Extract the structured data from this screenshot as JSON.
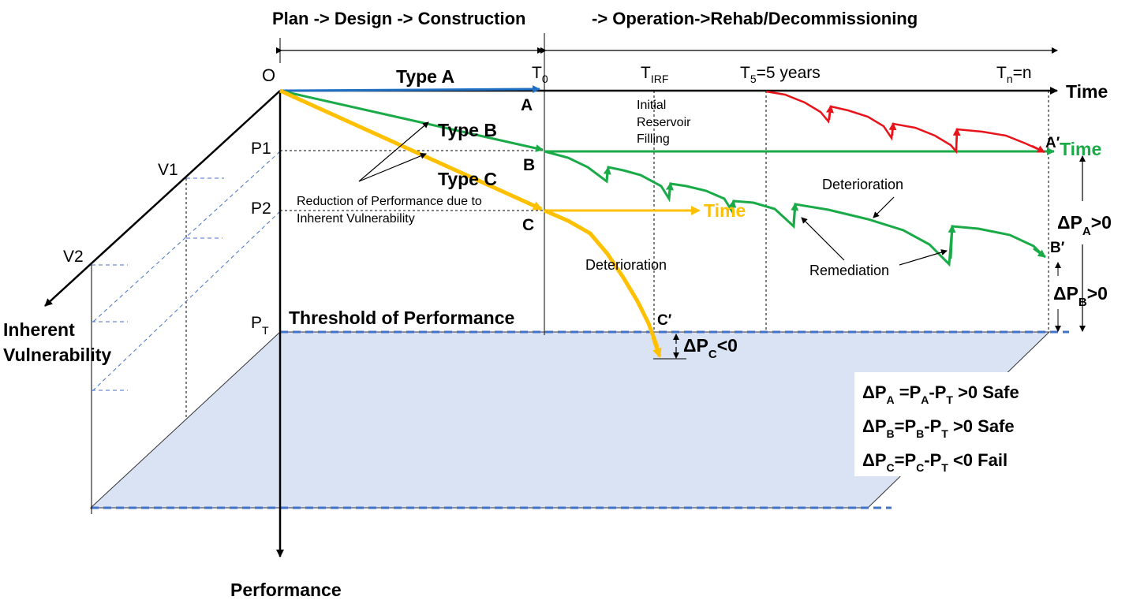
{
  "header": {
    "phase_left": "Plan -> Design -> Construction",
    "phase_right": "-> Operation->Rehab/Decommissioning"
  },
  "axes": {
    "origin": "O",
    "time_label": "Time",
    "performance_label": "Performance",
    "vulnerability_label_1": "Inherent",
    "vulnerability_label_2": "Vulnerability",
    "v1": "V1",
    "v2": "V2",
    "p1": "P1",
    "p2": "P2",
    "pt_main": "P",
    "pt_sub": "T"
  },
  "time_marks": {
    "t0_main": "T",
    "t0_sub": "0",
    "tirf_main": "T",
    "tirf_sub": "IRF",
    "t5_main": "T",
    "t5_sub": "5",
    "t5_rest": "=5 years",
    "tn_main": "T",
    "tn_sub": "n",
    "tn_rest": "=n"
  },
  "types": {
    "a": "Type A",
    "b": "Type B",
    "c": "Type C"
  },
  "points": {
    "a": "A",
    "b": "B",
    "c": "C",
    "a_prime": "A′",
    "b_prime": "B′",
    "c_prime": "C′"
  },
  "annotations": {
    "irf_1": "Initial",
    "irf_2": "Reservoir",
    "irf_3": "Filling",
    "reduction_1": "Reduction of Performance due to",
    "reduction_2": "Inherent Vulnerability",
    "deterioration_green": "Deterioration",
    "deterioration_yellow": "Deterioration",
    "remediation": "Remediation",
    "threshold": "Threshold of Performance",
    "time_green": "Time",
    "time_yellow": "Time"
  },
  "deltas": {
    "dpa_sym": "ΔP",
    "dpa_sub": "A",
    "dpa_rest": ">0",
    "dpb_sym": "ΔP",
    "dpb_sub": "B",
    "dpb_rest": ">0",
    "dpc_sym": "ΔP",
    "dpc_sub": "C",
    "dpc_rest": "<0"
  },
  "legend": {
    "row1": {
      "d": "ΔP",
      "s1": "A",
      "eq": " =P",
      "s2": "A",
      "m": "-P",
      "s3": "T",
      "r": " >0 Safe"
    },
    "row2": {
      "d": "ΔP",
      "s1": "B",
      "eq": "=P",
      "s2": "B",
      "m": "-P",
      "s3": "T",
      "r": " >0 Safe"
    },
    "row3": {
      "d": "ΔP",
      "s1": "C",
      "eq": "=P",
      "s2": "C",
      "m": "-P",
      "s3": "T",
      "r": " <0 Fail"
    }
  },
  "colors": {
    "type_a": "#1f6fc5",
    "type_b": "#1aaa48",
    "type_c": "#ffc000",
    "red_curve": "#e8141b",
    "threshold_plane": "#dae3f3",
    "threshold_edge": "#4472c4"
  }
}
